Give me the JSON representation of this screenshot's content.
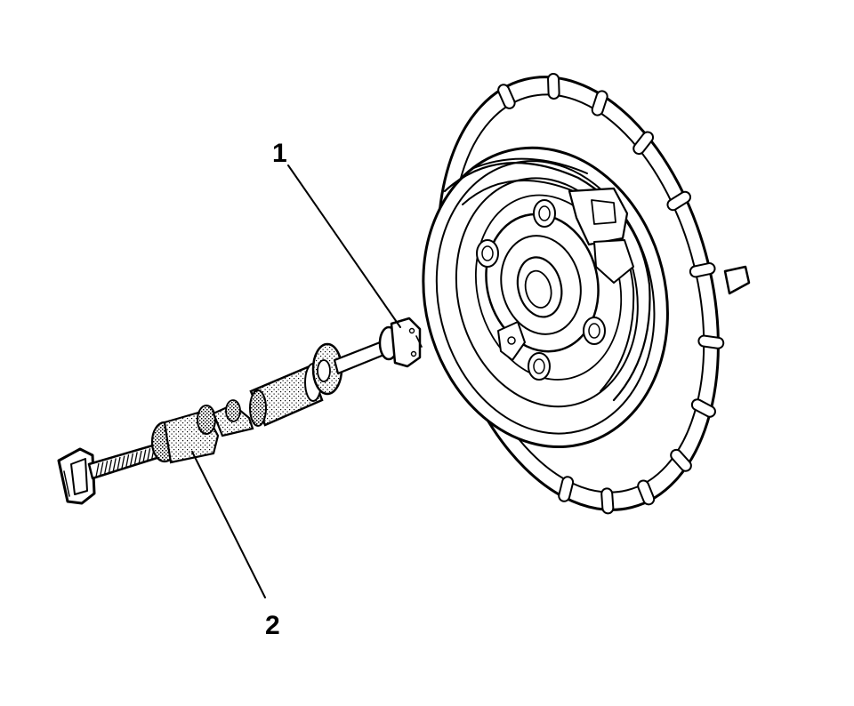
{
  "callouts": [
    {
      "id": "1",
      "label": "1"
    },
    {
      "id": "2",
      "label": "2"
    }
  ],
  "colors": {
    "ink": "#000000",
    "paper": "#ffffff",
    "shade": "#bdbdbd"
  }
}
